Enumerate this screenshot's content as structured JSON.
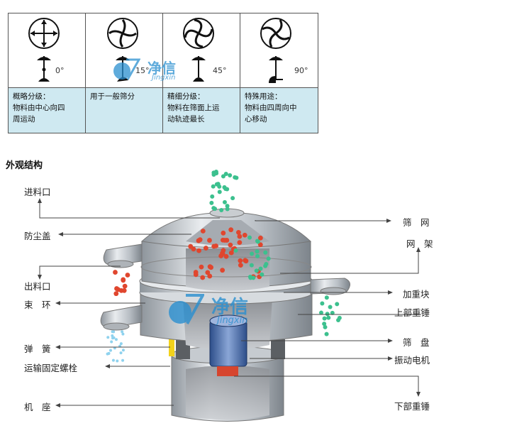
{
  "motion_table": {
    "columns": [
      {
        "angle": "0°",
        "desc_l1": "概略分级：",
        "desc_l2": "物料由中心向四",
        "desc_l3": "周运动"
      },
      {
        "angle": "15°",
        "desc_l1": "用于一般筛分",
        "desc_l2": "",
        "desc_l3": ""
      },
      {
        "angle": "45°",
        "desc_l1": "精细分级：",
        "desc_l2": "物料在筛面上运",
        "desc_l3": "动轨迹最长"
      },
      {
        "angle": "90°",
        "desc_l1": "特殊用途：",
        "desc_l2": "物料由四周向中",
        "desc_l3": "心移动"
      }
    ]
  },
  "watermark": {
    "cn": "净信",
    "en": "Jingxin"
  },
  "section_title": "外观结构",
  "labels_left": [
    "进料口",
    "防尘盖",
    "出料口",
    "束　环",
    "弹　簧",
    "运输固定螺栓",
    "机　座"
  ],
  "labels_right": [
    "筛　网",
    "网　架",
    "加重块",
    "上部重锤",
    "筛　盘",
    "振动电机",
    "下部重锤"
  ],
  "colors": {
    "desc_bg": "#cfe9f1",
    "particle_red": "#e0462e",
    "particle_green": "#3cc08e",
    "particle_blue": "#8fd2ee",
    "logo_blue": "#2a8fd0"
  }
}
